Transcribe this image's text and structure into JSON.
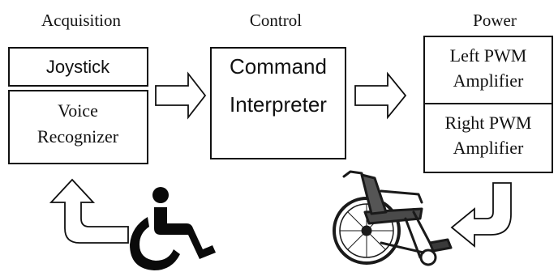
{
  "headers": {
    "acquisition": "Acquisition",
    "control": "Control",
    "power": "Power"
  },
  "acquisition": {
    "joystick": "Joystick",
    "voice_line1": "Voice",
    "voice_line2": "Recognizer"
  },
  "control": {
    "line1": "Command",
    "line2": "Interpreter"
  },
  "power": {
    "left_line1": "Left PWM",
    "left_line2": "Amplifier",
    "right_line1": "Right PWM",
    "right_line2": "Amplifier"
  },
  "icons": {
    "accessibility": "wheelchair-user-icon",
    "wheelchair": "wheelchair-icon"
  },
  "colors": {
    "ink": "#111111",
    "background": "#ffffff"
  }
}
